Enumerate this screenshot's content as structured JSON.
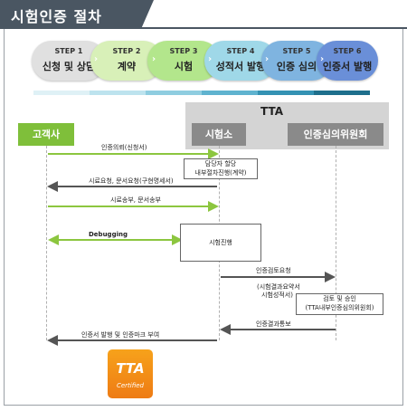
{
  "title": "시험인증 절차",
  "steps": [
    {
      "num": "STEP 1",
      "label": "신청 및 상담",
      "color": "#e0e0e0"
    },
    {
      "num": "STEP 2",
      "label": "계약",
      "color": "#d8f0b8"
    },
    {
      "num": "STEP 3",
      "label": "시험",
      "color": "#b3e68c"
    },
    {
      "num": "STEP 4",
      "label": "성적서 발행",
      "color": "#9fd8e8"
    },
    {
      "num": "STEP 5",
      "label": "인증 심의",
      "color": "#7fb4e0"
    },
    {
      "num": "STEP 6",
      "label": "인증서 발행",
      "color": "#6a8fd8"
    }
  ],
  "progress_colors": [
    "#dff1f6",
    "#bde3ee",
    "#8fcde0",
    "#5fb3cf",
    "#3492b3",
    "#1e6f8c"
  ],
  "org": "TTA",
  "actors": {
    "customer": "고객사",
    "lab": "시험소",
    "committee": "인증심의위원회"
  },
  "messages": {
    "m1": "인증의뢰(신청서)",
    "m2": "시료요청, 문서요청(구현명세서)",
    "m3": "시료송부, 문서송부",
    "m4": "Debugging",
    "m5": "인증검토요청",
    "m6a": "(시험결과요약서",
    "m6b": "시험성적서)",
    "m7": "인증결과통보",
    "m8": "인증서 발행 및 인증마크 부여"
  },
  "boxes": {
    "assign1": "담당자  할당",
    "assign2": "내부절차진행(계약)",
    "testing": "시험진행",
    "review1": "검토 및 승인",
    "review2": "(TTA내부인증심의위원회)"
  },
  "logo": {
    "brand": "TTA",
    "caption": "Certified"
  }
}
